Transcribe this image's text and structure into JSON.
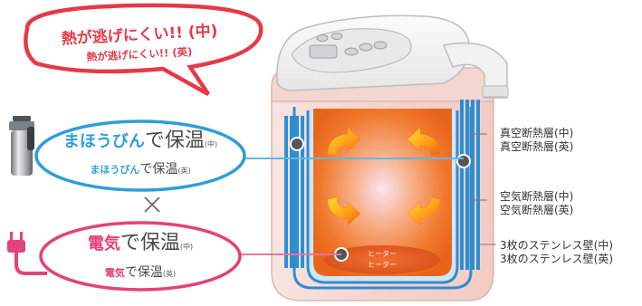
{
  "bubble": {
    "line1": "熱が逃げにくい!! (中)",
    "line2": "熱が逃げにくい!! (英)"
  },
  "thermos": {
    "main_colored": "まほうびん",
    "main_rest": "で保温",
    "main_suffix": "(中)",
    "sub_colored": "まほうびん",
    "sub_rest": "で保温",
    "sub_suffix": "(英)"
  },
  "times_symbol": "×",
  "electric": {
    "main_colored": "電気",
    "main_rest": "で保温",
    "main_suffix": "(中)",
    "sub_colored": "電気",
    "sub_rest": "で保温",
    "sub_suffix": "(英)"
  },
  "labels": {
    "vacuum": [
      "真空断熱層(中)",
      "真空断熱層(英)"
    ],
    "air": [
      "空気断熱層(中)",
      "空気断熱層(英)"
    ],
    "steel": [
      "3枚のステンレス壁(中)",
      "3枚のステンレス壁(英)"
    ]
  },
  "heater": [
    "ヒーター",
    "ヒーター"
  ],
  "colors": {
    "bubble_red": "#e53a46",
    "blue": "#2f9ed8",
    "pink": "#e4427a",
    "inner_orange": "#f07a2e",
    "body_pink": "#f6d3cf"
  }
}
